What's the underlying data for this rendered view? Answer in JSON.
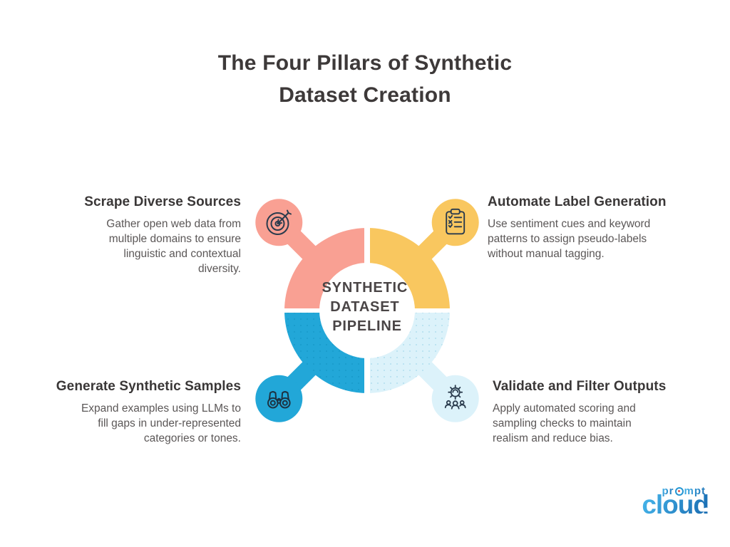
{
  "title": {
    "lines": [
      "The Four Pillars of Synthetic",
      "Dataset Creation"
    ]
  },
  "diagram": {
    "center_label": {
      "line1": "SYNTHETIC",
      "line2": "DATASET",
      "line3": "PIPELINE"
    },
    "colors": {
      "scrape": "#F9A093",
      "label": "#F9C75F",
      "generate": "#22A7D8",
      "validate": "#DCF2FA",
      "icon_stroke": "#2A3B4D",
      "center_text": "#4A4546"
    }
  },
  "pillars": [
    {
      "id": "scrape-diverse-sources",
      "heading": "Scrape Diverse Sources",
      "body": "Gather open web data from multiple domains to ensure linguistic and contextual diversity.",
      "icon": "target-dart-icon",
      "color": "#F9A093"
    },
    {
      "id": "automate-label-generation",
      "heading": "Automate Label Generation",
      "body": "Use sentiment cues and keyword patterns to assign pseudo-labels without manual tagging.",
      "icon": "checklist-clipboard-icon",
      "color": "#F9C75F"
    },
    {
      "id": "generate-synthetic-samples",
      "heading": "Generate Synthetic Samples",
      "body": "Expand examples using LLMs to fill gaps in under-represented categories or tones.",
      "icon": "binoculars-icon",
      "color": "#22A7D8"
    },
    {
      "id": "validate-and-filter-outputs",
      "heading": "Validate and Filter Outputs",
      "body": "Apply automated scoring and sampling checks to maintain realism and reduce bias.",
      "icon": "gear-team-icon",
      "color": "#DCF2FA"
    }
  ],
  "logo": {
    "brand": "promptcloud",
    "top_prefix": "pr",
    "top_suffix": "mpt",
    "bottom": "cloud",
    "color_light": "#45B4EA",
    "color_dark": "#1A6DB2"
  }
}
